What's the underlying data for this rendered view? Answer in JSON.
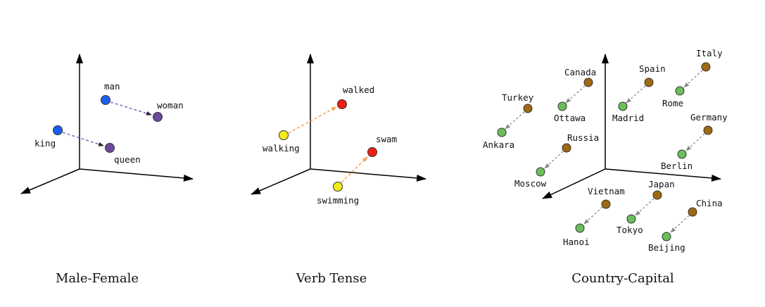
{
  "panels": [
    {
      "caption": "Male-Female",
      "points": [
        {
          "key": "man",
          "label": "man"
        },
        {
          "key": "woman",
          "label": "woman"
        },
        {
          "key": "king",
          "label": "king"
        },
        {
          "key": "queen",
          "label": "queen"
        }
      ]
    },
    {
      "caption": "Verb Tense",
      "points": [
        {
          "key": "walking",
          "label": "walking"
        },
        {
          "key": "walked",
          "label": "walked"
        },
        {
          "key": "swimming",
          "label": "swimming"
        },
        {
          "key": "swam",
          "label": "swam"
        }
      ]
    },
    {
      "caption": "Country-Capital",
      "points": [
        {
          "key": "canada",
          "label": "Canada"
        },
        {
          "key": "ottawa",
          "label": "Ottawa"
        },
        {
          "key": "spain",
          "label": "Spain"
        },
        {
          "key": "madrid",
          "label": "Madrid"
        },
        {
          "key": "italy",
          "label": "Italy"
        },
        {
          "key": "rome",
          "label": "Rome"
        },
        {
          "key": "turkey",
          "label": "Turkey"
        },
        {
          "key": "ankara",
          "label": "Ankara"
        },
        {
          "key": "germany",
          "label": "Germany"
        },
        {
          "key": "berlin",
          "label": "Berlin"
        },
        {
          "key": "russia",
          "label": "Russia"
        },
        {
          "key": "moscow",
          "label": "Moscow"
        },
        {
          "key": "vietnam",
          "label": "Vietnam"
        },
        {
          "key": "hanoi",
          "label": "Hanoi"
        },
        {
          "key": "japan",
          "label": "Japan"
        },
        {
          "key": "tokyo",
          "label": "Tokyo"
        },
        {
          "key": "china",
          "label": "China"
        },
        {
          "key": "beijing",
          "label": "Beijing"
        }
      ]
    }
  ],
  "colors": {
    "male": "#1a5ff0",
    "female": "#6b4a9c",
    "present": "#f5ec1a",
    "past": "#ee1f14",
    "country": "#9e6a12",
    "capital": "#6bbf5a",
    "arrow_gender": "#8a63c8",
    "arrow_tense": "#f2a24a",
    "arrow_capital": "#888888"
  }
}
